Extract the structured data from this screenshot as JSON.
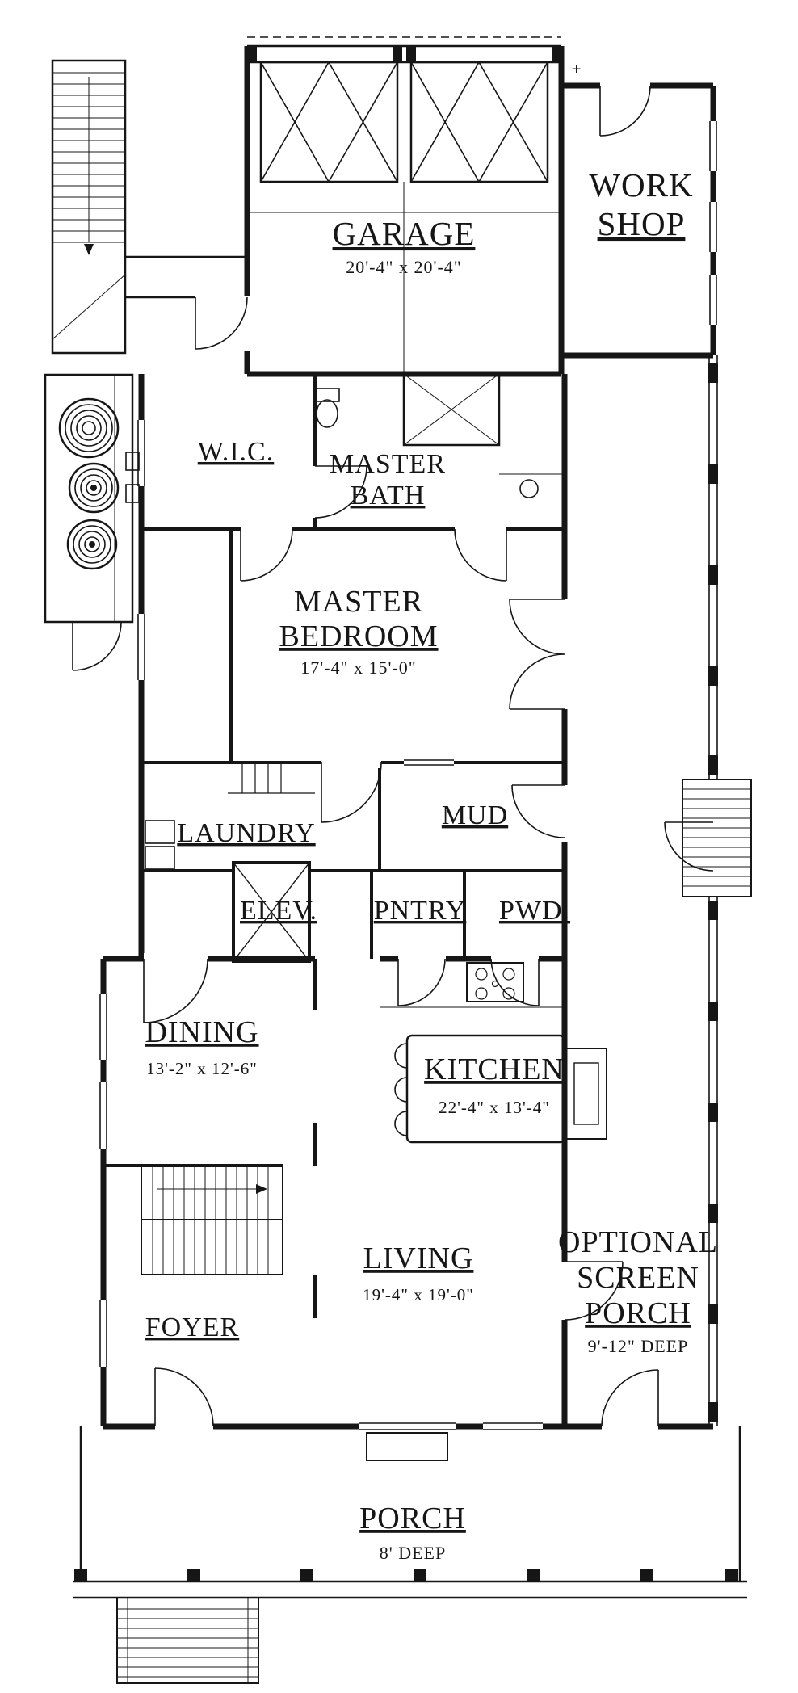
{
  "plan": {
    "colors": {
      "ink": "#161616",
      "paper": "#ffffff"
    },
    "marker": {
      "plus": "+"
    },
    "rooms": {
      "garage": {
        "name": "GARAGE",
        "dim": "20'-4\" x 20'-4\""
      },
      "workshop": {
        "line1": "WORK",
        "line2": "SHOP"
      },
      "wic": {
        "name": "W.I.C."
      },
      "master_bath": {
        "line1": "MASTER",
        "line2": "BATH"
      },
      "master_bedroom": {
        "line1": "MASTER",
        "line2": "BEDROOM",
        "dim": "17'-4\" x 15'-0\""
      },
      "laundry": {
        "name": "LAUNDRY"
      },
      "mud": {
        "name": "MUD"
      },
      "elev": {
        "name": "ELEV."
      },
      "pntry": {
        "name": "PNTRY"
      },
      "pwd": {
        "name": "PWD."
      },
      "dining": {
        "name": "DINING",
        "dim": "13'-2\" x 12'-6\""
      },
      "kitchen": {
        "name": "KITCHEN",
        "dim": "22'-4\" x 13'-4\""
      },
      "living": {
        "name": "LIVING",
        "dim": "19'-4\" x 19'-0\""
      },
      "foyer": {
        "name": "FOYER"
      },
      "screen_porch": {
        "line1": "OPTIONAL",
        "line2": "SCREEN",
        "line3": "PORCH",
        "dim": "9'-12\" DEEP"
      },
      "porch": {
        "name": "PORCH",
        "dim": "8' DEEP"
      }
    }
  }
}
